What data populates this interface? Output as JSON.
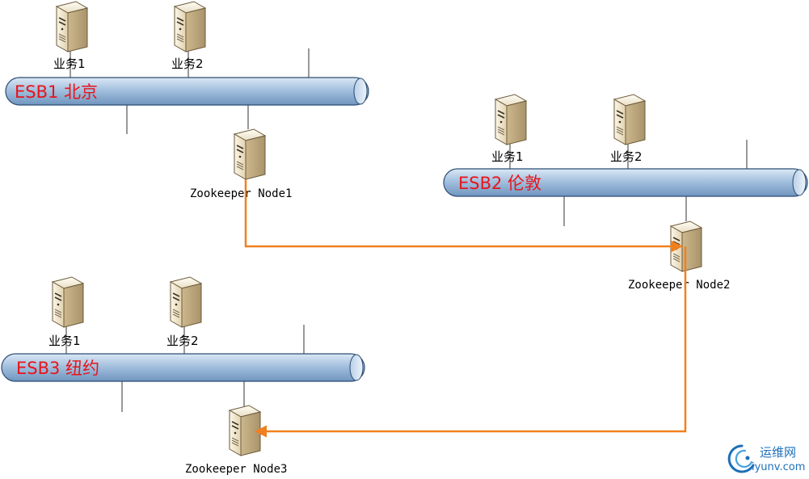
{
  "colors": {
    "bus_text": "#e8141b",
    "link": "#f0801e",
    "bus_fill": "#8fb0d3",
    "server_body": "#e9dcbf"
  },
  "clusters": [
    {
      "bus_label": "ESB1 北京",
      "services": [
        "业务1",
        "业务2"
      ],
      "zookeeper_label": "Zookeeper Node1"
    },
    {
      "bus_label": "ESB2 伦敦",
      "services": [
        "业务1",
        "业务2"
      ],
      "zookeeper_label": "Zookeeper Node2"
    },
    {
      "bus_label": "ESB3 纽约",
      "services": [
        "业务1",
        "业务2"
      ],
      "zookeeper_label": "Zookeeper Node3"
    }
  ],
  "links": [
    {
      "from": "Zookeeper Node1",
      "to": "Zookeeper Node2"
    },
    {
      "from": "Zookeeper Node2",
      "to": "Zookeeper Node3"
    }
  ],
  "watermark": {
    "site_cn": "运维网",
    "site_en": "iyunv.com",
    "icon": "swirl-logo-icon"
  }
}
